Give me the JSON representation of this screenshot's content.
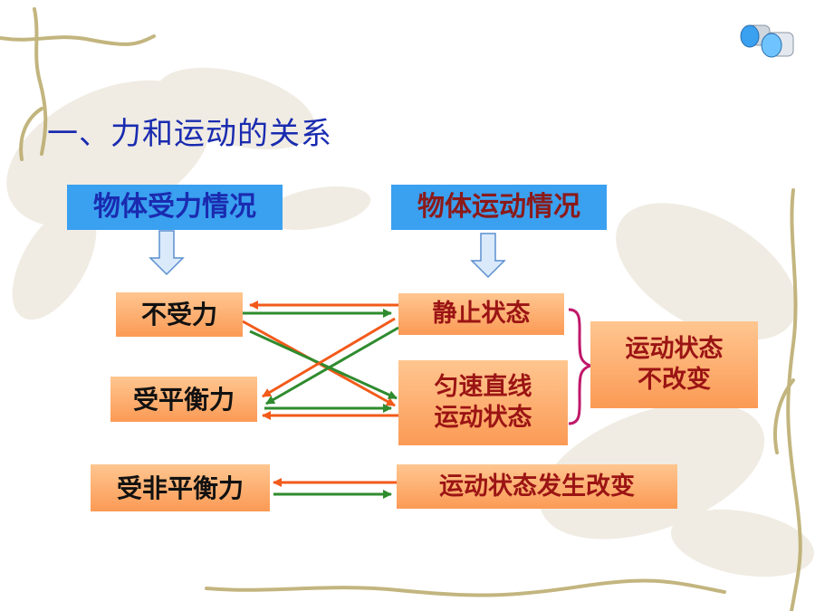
{
  "title": "一、力和运动的关系",
  "headers": {
    "force": "物体受力情况",
    "motion": "物体运动情况"
  },
  "boxes": {
    "no_force": "不受力",
    "balanced": "受平衡力",
    "unbalanced": "受非平衡力",
    "rest": "静止状态",
    "uniform": "匀速直线\n运动状态",
    "unchanged": "运动状态\n不改变",
    "changed": "运动状态发生改变"
  },
  "colors": {
    "title": "#1a2bb0",
    "header_bg": "#3aa0f0",
    "box_gradient_top": "#ffc690",
    "box_gradient_bottom": "#fb9a55",
    "arrow_red": "#f25a1a",
    "arrow_green": "#2e8b2e",
    "brace": "#c0186a",
    "down_arrow_fill": "#dbeafb",
    "down_arrow_stroke": "#5a8fd0"
  },
  "icons": [
    "binoculars-icon",
    "down-arrow-icon",
    "curly-brace-icon"
  ]
}
